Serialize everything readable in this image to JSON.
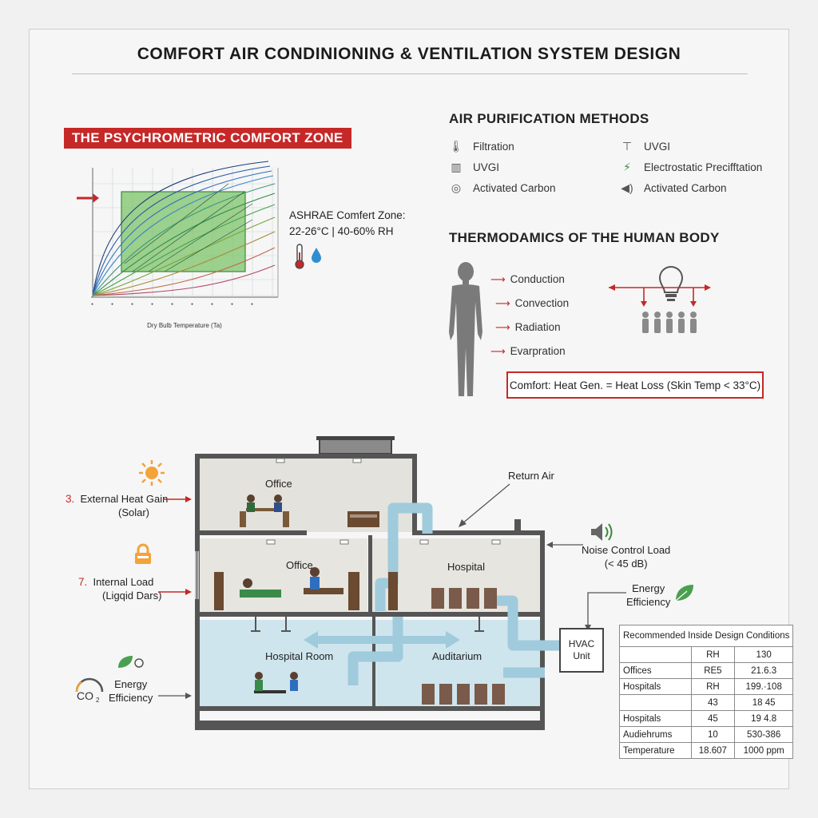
{
  "title": "COMFORT AIR CONDINIONING & VENTILATION SYSTEM DESIGN",
  "psychrometric": {
    "badge": "THE PSYCHROMETRIC COMFORT ZONE",
    "zone_line1": "ASHRAE Comfert Zone:",
    "zone_line2": "22-26°C | 40-60% RH",
    "x_axis": "Dry Bulb Temperature (Ta)"
  },
  "air_purification": {
    "title": "AIR PURIFICATION METHODS",
    "left": [
      {
        "icon": "thermometer-icon",
        "label": "Filtration"
      },
      {
        "icon": "filter-grid-icon",
        "label": "UVGI"
      },
      {
        "icon": "carbon-target-icon",
        "label": "Activated Carbon"
      }
    ],
    "right": [
      {
        "icon": "uv-lamp-icon",
        "label": "UVGI"
      },
      {
        "icon": "lightning-icon",
        "label": "Electrostatic Precifftation"
      },
      {
        "icon": "speaker-icon",
        "label": "Activated Carbon"
      }
    ]
  },
  "thermodynamics": {
    "title": "THERMODAMICS OF THE HUMAN BODY",
    "items": [
      "Conduction",
      "Convection",
      "Radiation",
      "Evarpration"
    ],
    "comfort": "Comfort: Heat Gen. = Heat Loss (Skin Temp < 33°C)"
  },
  "building": {
    "rooms": {
      "office_top": "Office",
      "office_mid": "Office",
      "hospital": "Hospital",
      "hospital_room": "Hospital Room",
      "auditorium": "Auditarium"
    },
    "return_air": "Return Air",
    "noise": {
      "line1": "Noise Control Load",
      "line2": "(< 45 dB)"
    },
    "energy_right": {
      "line1": "Energy",
      "line2": "Efficiency"
    },
    "hvac": {
      "line1": "HVAC",
      "line2": "Unit"
    },
    "left_labels": [
      {
        "num": "3.",
        "line1": "External Heat Gain",
        "line2": "(Solar)"
      },
      {
        "num": "7.",
        "line1": "Internal Load",
        "line2": "(Ligqid Dars)"
      },
      {
        "num": "",
        "line1": "Energy",
        "line2": "Efficiency"
      }
    ],
    "co2": "CO"
  },
  "conditions_table": {
    "title": "Recommended Inside Design Conditions",
    "rows": [
      [
        "",
        "RH",
        "130"
      ],
      [
        "Offices",
        "RE5",
        "21.6.3"
      ],
      [
        "Hospitals",
        "RH",
        "199.·108"
      ],
      [
        "",
        "43",
        "18 45"
      ],
      [
        "Hospitals",
        "45",
        "19 4.8"
      ],
      [
        "Audiehrums",
        "10",
        "530-386"
      ],
      [
        "Temperature",
        "18.607",
        "1000 ppm"
      ]
    ]
  },
  "colors": {
    "accent_red": "#c62828",
    "zone_green": "#7cc36a",
    "duct_blue": "#9fcbdc",
    "wall_gray": "#555555"
  }
}
